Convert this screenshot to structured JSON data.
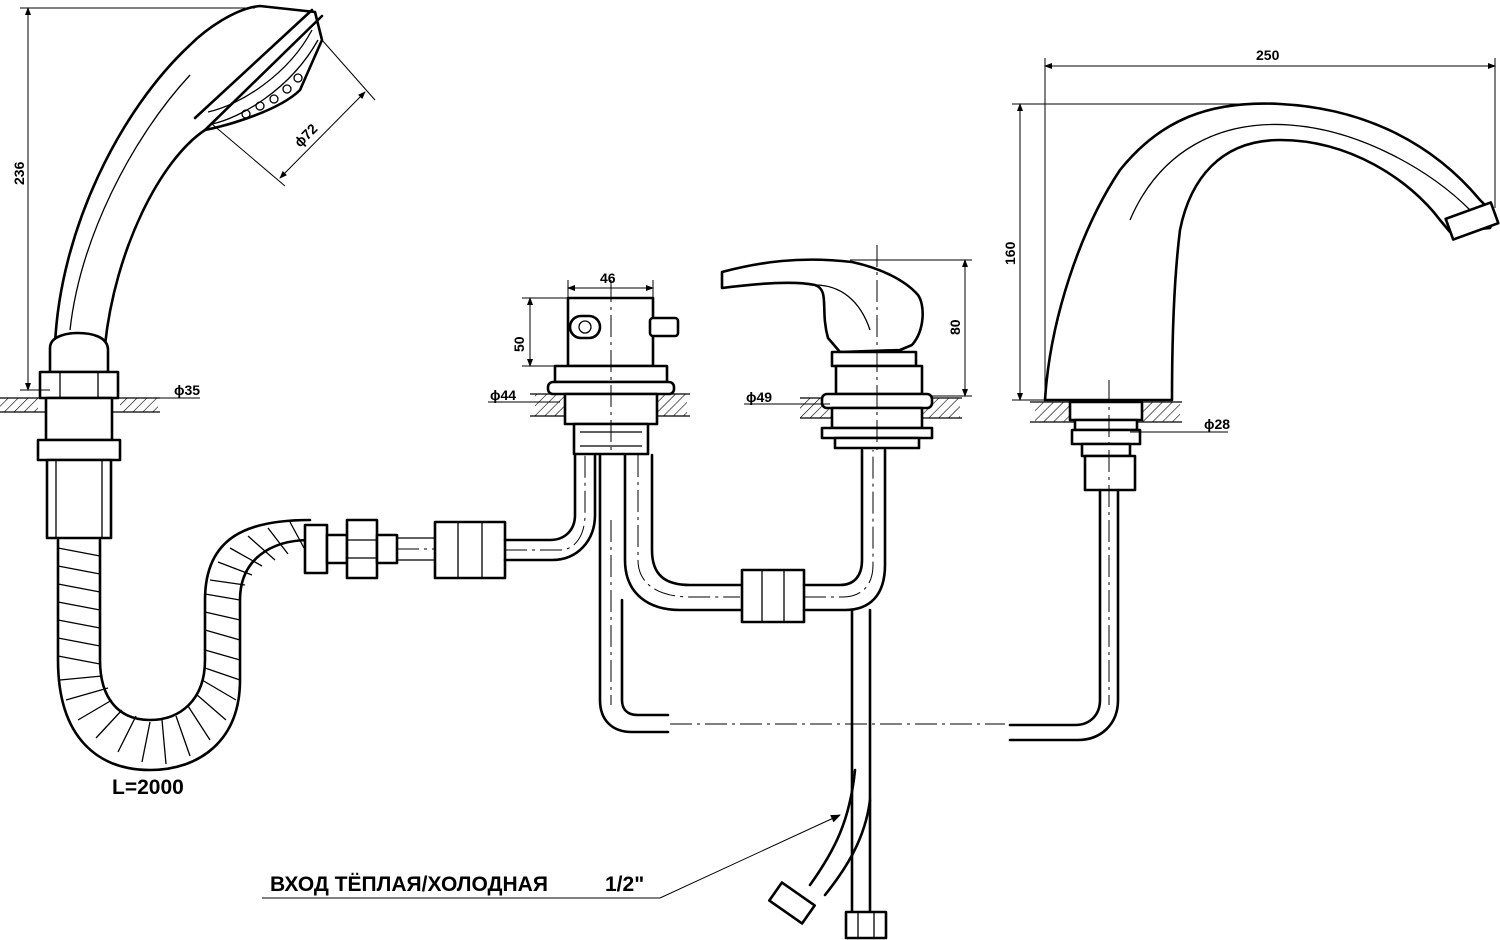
{
  "dimensions": {
    "hand_shower_height": "236",
    "hand_shower_diameter": "ϕ72",
    "hand_shower_hole": "ϕ35",
    "diverter_width": "46",
    "diverter_height": "50",
    "diverter_hole": "ϕ44",
    "mixer_height": "80",
    "mixer_hole": "ϕ49",
    "spout_length": "250",
    "spout_height": "160",
    "spout_hole": "ϕ28"
  },
  "labels": {
    "hose_length": "L=2000",
    "inlet_text": "ВХОД  ТЁПЛАЯ/ХОЛОДНАЯ",
    "inlet_size": "1/2\""
  }
}
